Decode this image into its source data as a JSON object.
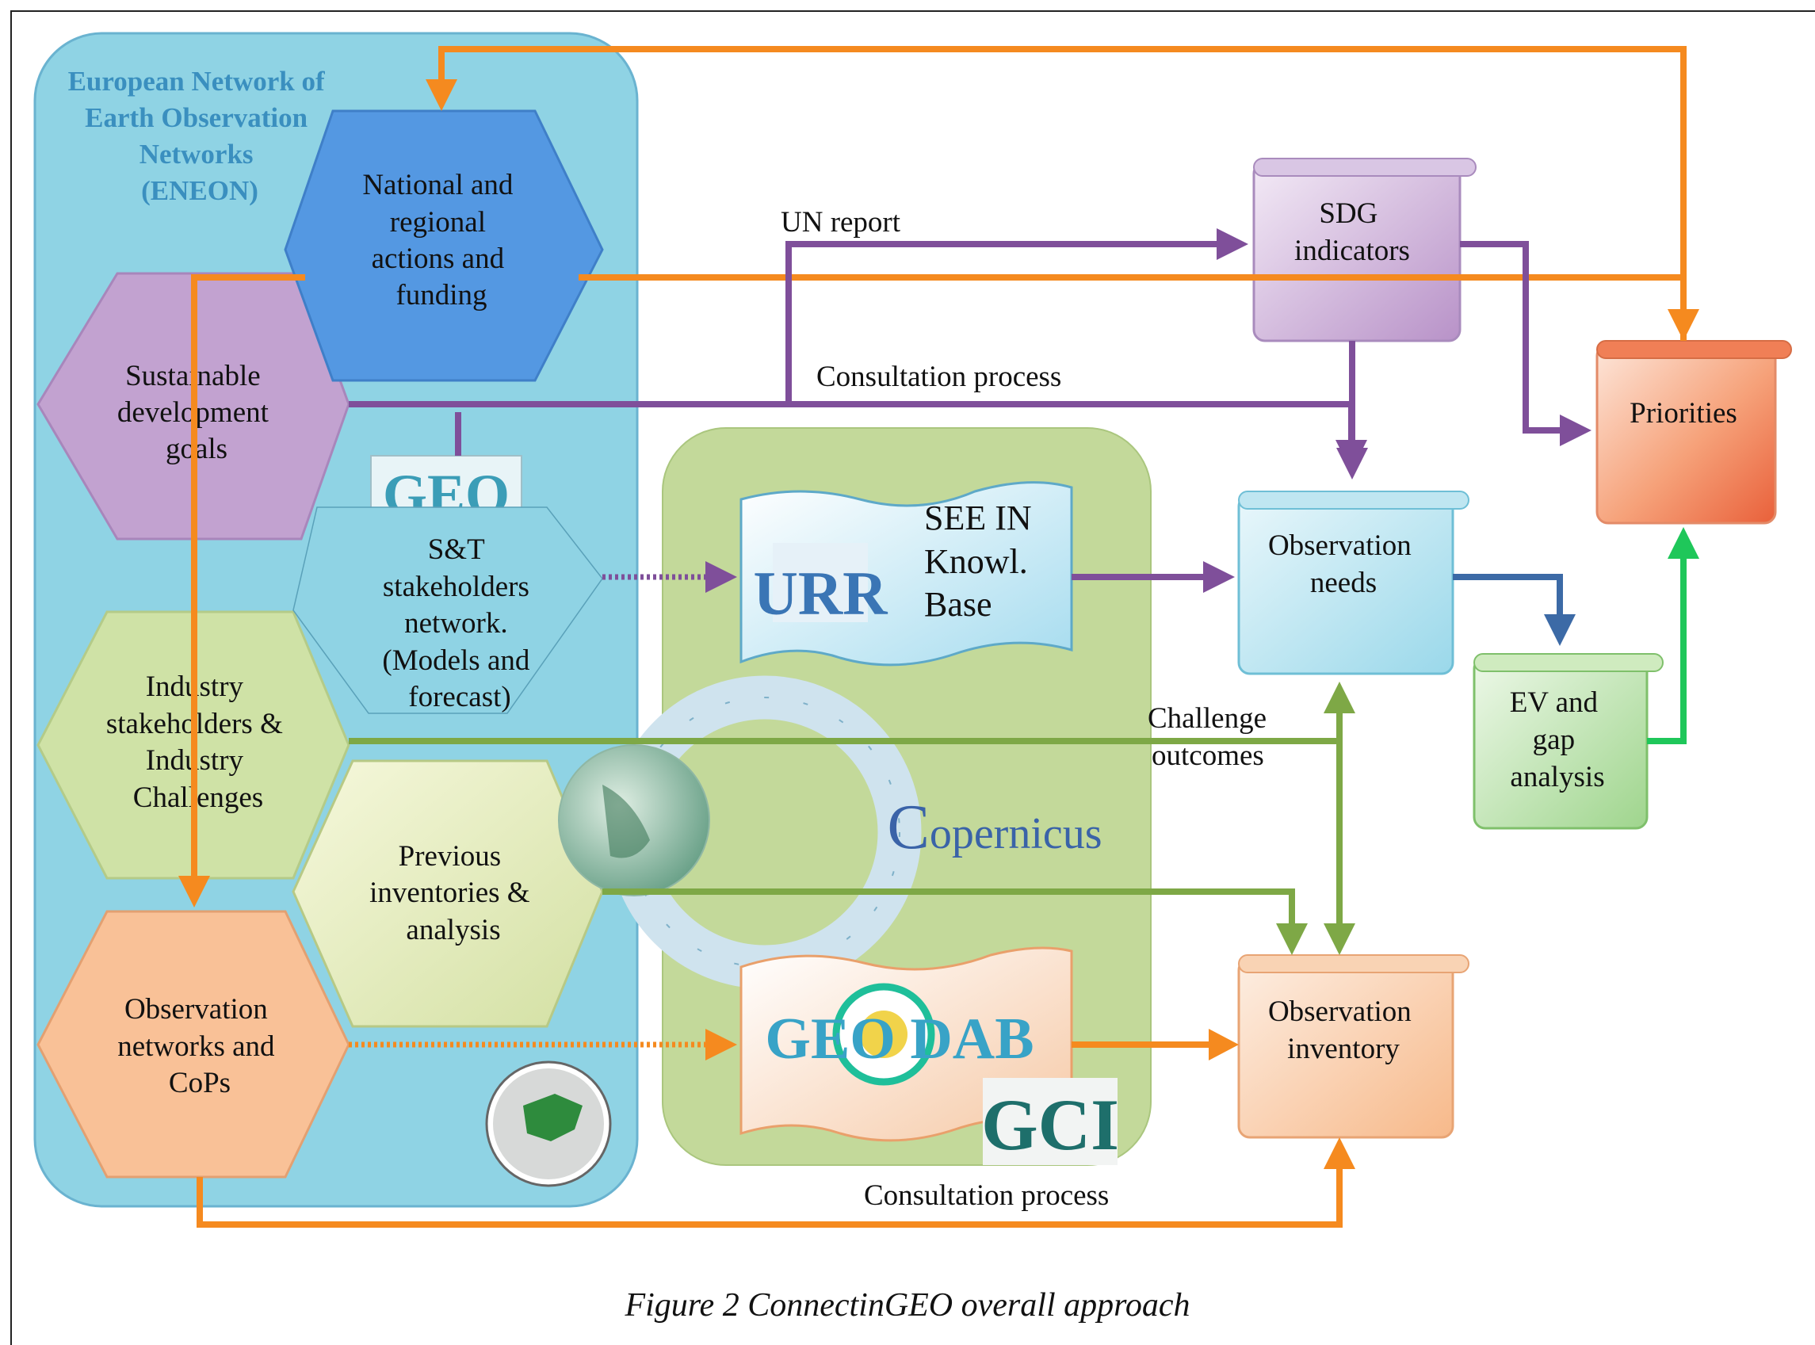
{
  "eneon_title": [
    "European Network of",
    "Earth Observation",
    "Networks",
    "(ENEON)"
  ],
  "hexagons": {
    "national": [
      "National and",
      "regional",
      "actions and",
      "funding"
    ],
    "sdg_goals": [
      "Sustainable",
      "development",
      "goals"
    ],
    "industry": [
      "Industry",
      "stakeholders &",
      "Industry",
      "Challenges"
    ],
    "previous": [
      "Previous",
      "inventories &",
      "analysis"
    ],
    "obs_networks": [
      "Observation",
      "networks and",
      "CoPs"
    ]
  },
  "st_network": [
    "S&T",
    "stakeholders",
    "network.",
    "(Models and",
    "forecast)"
  ],
  "scrolls": {
    "sdg_indicators": [
      "SDG",
      "indicators"
    ],
    "priorities": [
      "Priorities"
    ],
    "obs_needs": [
      "Observation",
      "needs"
    ],
    "ev_gap": [
      "EV and",
      "gap",
      "analysis"
    ],
    "obs_inventory": [
      "Observation",
      "inventory"
    ]
  },
  "see_in": [
    "SEE IN",
    "Knowl.",
    "Base"
  ],
  "logos": {
    "geo": "GEO",
    "urr": "URR",
    "copernicus": "opernicus",
    "geodab": "GEO DAB",
    "gci": "GCI"
  },
  "labels": {
    "un_report": "UN report",
    "consultation_top": "Consultation process",
    "challenge": [
      "Challenge",
      "outcomes"
    ],
    "consultation_bottom": "Consultation process"
  },
  "caption": "Figure 2 ConnectinGEO overall approach",
  "colors": {
    "orange": "#f58a1f",
    "purple": "#7f4f9a",
    "olive_green": "#7ea846",
    "bright_green": "#1fc75a",
    "steel_blue": "#3c6aa6",
    "eneon_bg": "#8fd3e4",
    "inner_green_bg": "#c3d99a"
  }
}
